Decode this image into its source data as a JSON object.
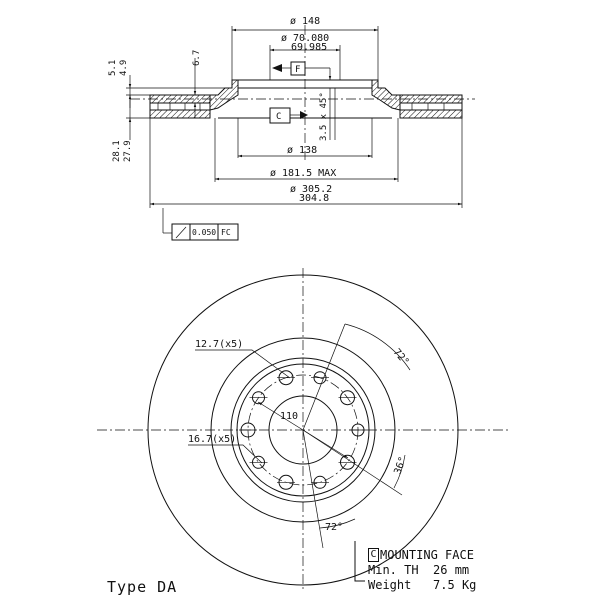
{
  "cross_section": {
    "dia_148": "ø 148",
    "dia_70_080": "ø 70.080",
    "dia_69_985": "69.985",
    "dim_6_7": "6.7",
    "dim_5_1": "5.1",
    "dim_4_9": "4.9",
    "datum_f": "F",
    "datum_c": "C",
    "chamfer": "3.5 x 45°",
    "dia_138": "ø 138",
    "dia_181_5": "ø 181.5 MAX",
    "dia_305_2": "ø 305.2",
    "dia_304_8": "304.8",
    "dim_28_1": "28.1",
    "dim_27_9": "27.9",
    "runout_value": "0.050",
    "runout_datum": "FC"
  },
  "front_view": {
    "hole_12_7": "12.7(x5)",
    "hole_16_7": "16.7(x5)",
    "pcd_110": "110",
    "angle_72_top": "72°",
    "angle_36": "36°",
    "angle_72_bottom": "72°"
  },
  "legend": {
    "c_letter": "C",
    "mounting_face": "MOUNTING FACE",
    "min_th_label": "Min. TH",
    "min_th_value": "26 mm",
    "weight_label": "Weight",
    "weight_value": "7.5 Kg"
  },
  "type_label": "Type DA"
}
